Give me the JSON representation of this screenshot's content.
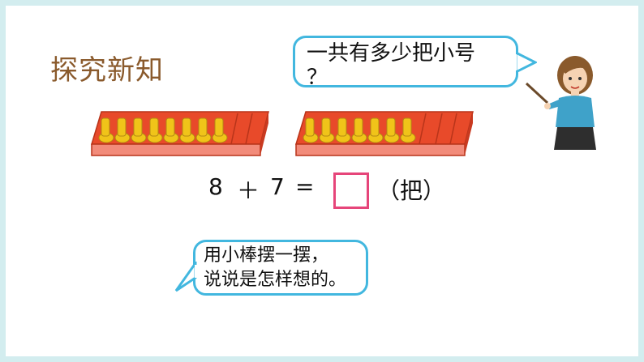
{
  "title": "探究新知",
  "question_bubble": {
    "line1": "一共有多少把小号",
    "line2": "？"
  },
  "equation": {
    "left": "8",
    "plus": "＋",
    "right": "7",
    "equals": "=",
    "unit": "（把）"
  },
  "hint_bubble": {
    "line1": "用小棒摆一摆，",
    "line2": "说说是怎样想的。"
  },
  "trays": [
    {
      "trumpets": 8,
      "slots": 10
    },
    {
      "trumpets": 7,
      "slots": 10
    }
  ],
  "colors": {
    "frame": "#d3edef",
    "title": "#8a5a2c",
    "bubble_border": "#42b7df",
    "answer_box": "#e6457a",
    "tray": "#e84a2a",
    "trumpet": "#f0c419"
  }
}
